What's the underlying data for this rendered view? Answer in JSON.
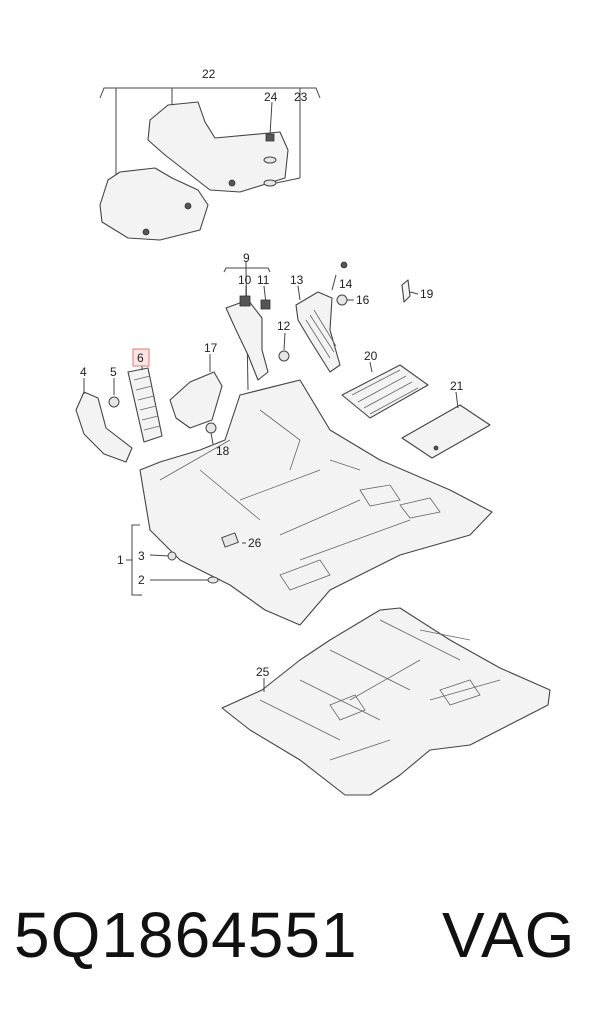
{
  "labels": {
    "l1": "1",
    "l2": "2",
    "l3": "3",
    "l4": "4",
    "l5": "5",
    "l6": "6",
    "l9": "9",
    "l10": "10",
    "l11": "11",
    "l12": "12",
    "l13": "13",
    "l14": "14",
    "l16": "16",
    "l17": "17",
    "l18": "18",
    "l19": "19",
    "l20": "20",
    "l21": "21",
    "l22": "22",
    "l23": "23",
    "l24": "24",
    "l25": "25",
    "l26": "26"
  },
  "footer": {
    "part_number": "5Q1864551",
    "brand": "VAG"
  },
  "colors": {
    "highlight": "#fde4e4",
    "line": "#444444"
  }
}
